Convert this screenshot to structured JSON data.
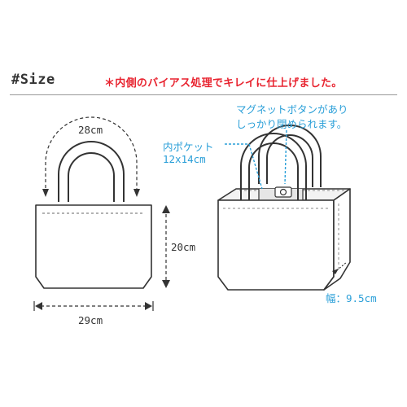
{
  "title": "#Size",
  "note": "＊内側のバイアス処理でキレイに仕上げました。",
  "magnet_line1": "マグネットボタンがあり",
  "magnet_line2": "しっかり閉められます。",
  "pocket_label": "内ポケット",
  "pocket_size": "12x14cm",
  "dim_handle": "28cm",
  "dim_height": "20cm",
  "dim_width": "29cm",
  "dim_gusset": "幅：9.5cm",
  "colors": {
    "accent_red": "#e8232f",
    "accent_blue": "#2a9fd8",
    "line": "#333333",
    "fill": "#f2f2f2"
  }
}
